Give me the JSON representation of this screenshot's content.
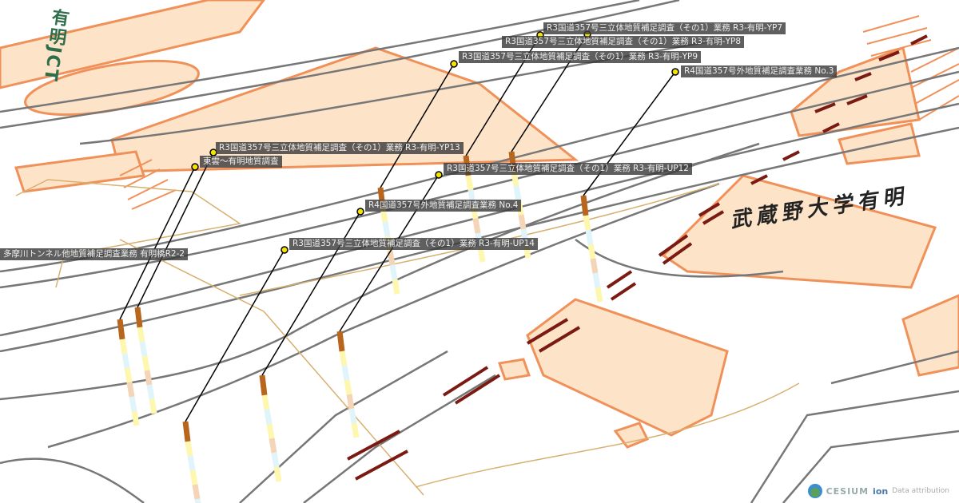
{
  "map_labels": {
    "junction": "有明JCT",
    "campus": "武蔵野大学有明"
  },
  "boreholes": [
    {
      "label": "R3国道357号三立体地質補足調査（その1）業務 R3-有明-YP7"
    },
    {
      "label": "R3国道357号三立体地質補足調査（その1）業務 R3-有明-YP8"
    },
    {
      "label": "R3国道357号三立体地質補足調査（その1）業務 R3-有明-YP9"
    },
    {
      "label": "R4国道357号外地質補足調査業務 No.3"
    },
    {
      "label": "R3国道357号三立体地質補足調査（その1）業務 R3-有明-YP13"
    },
    {
      "label": "東雲～有明地質調査"
    },
    {
      "label": "R3国道357号三立体地質補足調査（その1）業務 R3-有明-UP12"
    },
    {
      "label": "R4国道357号外地質補足調査業務 No.4"
    },
    {
      "label": "R3国道357号三立体地質補足調査（その1）業務 R3-有明-UP14"
    },
    {
      "label": "多摩川トンネル他地質補足調査業務 有明橋R2-2"
    }
  ],
  "credits": {
    "brand": "CESIUM",
    "product": "ion",
    "attribution": "Data attribution"
  },
  "colors": {
    "building_fill": "#fde3c8",
    "building_stroke": "#f0915a",
    "road": "#777777",
    "borehole_top": "#b8651e",
    "leader": "#000000",
    "anchor": "#f5e400"
  }
}
